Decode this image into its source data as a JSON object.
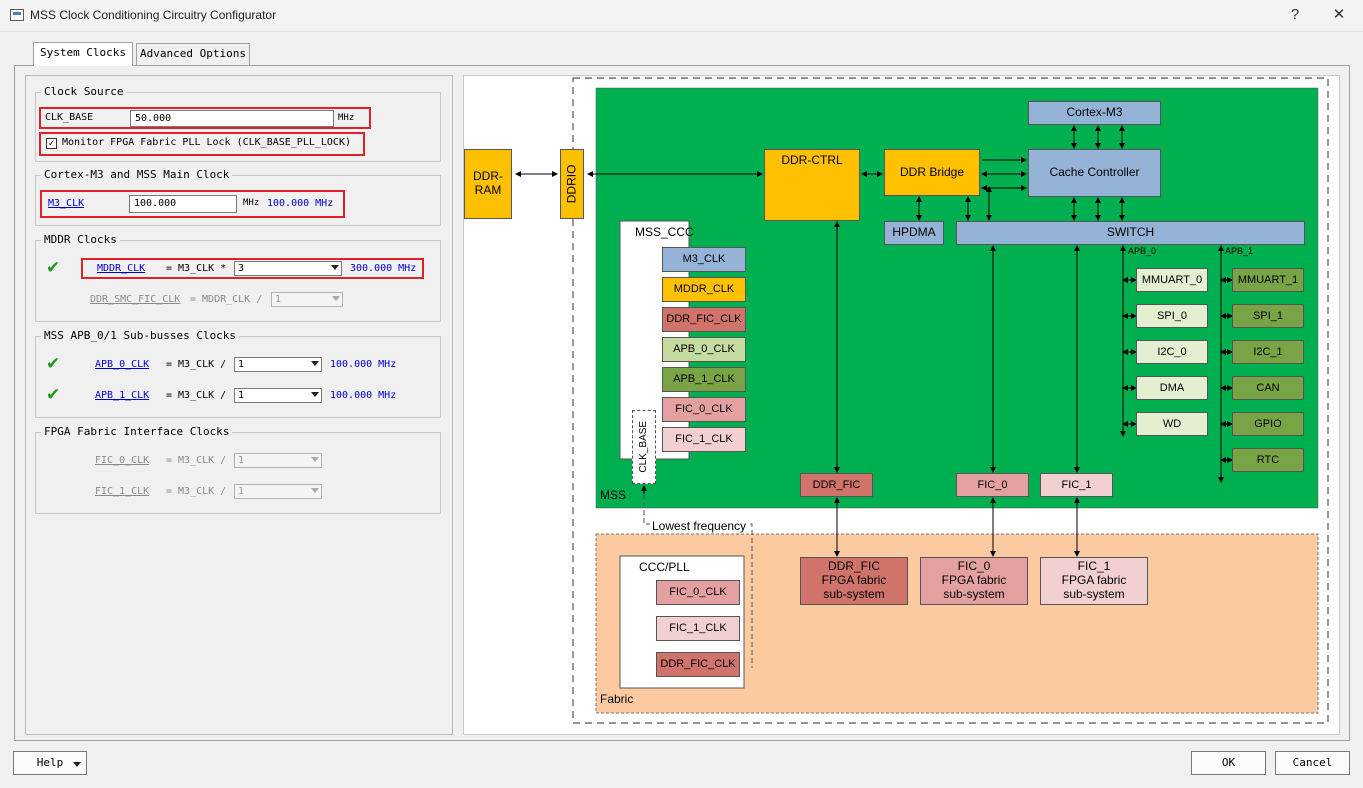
{
  "window": {
    "title": "MSS Clock Conditioning Circuitry Configurator",
    "help_glyph": "?",
    "close_glyph": "✕"
  },
  "tabs": [
    {
      "label": "System Clocks"
    },
    {
      "label": "Advanced Options"
    }
  ],
  "clock_source": {
    "group_label": "Clock Source",
    "clk_base_label": "CLK_BASE",
    "clk_base_value": "50.000",
    "clk_base_unit": "MHz",
    "monitor_label": "Monitor FPGA Fabric PLL Lock (CLK_BASE_PLL_LOCK)",
    "monitor_checked": "✓"
  },
  "cortex": {
    "group_label": "Cortex-M3 and MSS Main Clock",
    "m3_label": "M3_CLK",
    "m3_value": "100.000",
    "m3_unit": "MHz",
    "m3_actual": "100.000 MHz"
  },
  "mddr": {
    "group_label": "MDDR Clocks",
    "mddr_label": "MDDR_CLK",
    "mddr_eq": "= M3_CLK *",
    "mddr_mult": "3",
    "mddr_actual": "300.000 MHz",
    "ddr_smc_label": "DDR_SMC_FIC_CLK",
    "ddr_smc_eq": "= MDDR_CLK /",
    "ddr_smc_div": "1"
  },
  "apb": {
    "group_label": "MSS APB_0/1 Sub-busses Clocks",
    "apb0_label": "APB_0_CLK",
    "apb0_eq": "= M3_CLK /",
    "apb0_div": "1",
    "apb0_actual": "100.000 MHz",
    "apb1_label": "APB_1_CLK",
    "apb1_eq": "= M3_CLK /",
    "apb1_div": "1",
    "apb1_actual": "100.000 MHz"
  },
  "fic": {
    "group_label": "FPGA Fabric Interface Clocks",
    "fic0_label": "FIC_0_CLK",
    "fic0_eq": "= M3_CLK /",
    "fic0_div": "1",
    "fic1_label": "FIC_1_CLK",
    "fic1_eq": "= M3_CLK /",
    "fic1_div": "1"
  },
  "check_glyph": "✔",
  "diagram": {
    "ddr_ram": "DDR-\nRAM",
    "ddrio": "DDRIO",
    "ddr_ctrl": "DDR-CTRL",
    "ddr_bridge": "DDR Bridge",
    "cortex_m3": "Cortex-M3",
    "cache_controller": "Cache Controller",
    "hpdma": "HPDMA",
    "switch": "SWITCH",
    "apb_0": "APB_0",
    "apb_1": "APB_1",
    "mss_ccc": "MSS_CCC",
    "clk_base_vertical": "CLK_BASE",
    "ccc_clocks": [
      "M3_CLK",
      "MDDR_CLK",
      "DDR_FIC_CLK",
      "APB_0_CLK",
      "APB_1_CLK",
      "FIC_0_CLK",
      "FIC_1_CLK"
    ],
    "apb0_periph": [
      "MMUART_0",
      "SPI_0",
      "I2C_0",
      "DMA",
      "WD"
    ],
    "apb1_periph": [
      "MMUART_1",
      "SPI_1",
      "I2C_1",
      "CAN",
      "GPIO",
      "RTC"
    ],
    "ddr_fic": "DDR_FIC",
    "fic_0": "FIC_0",
    "fic_1": "FIC_1",
    "mss_label": "MSS",
    "lowest_frequency": "Lowest frequency",
    "fabric_label": "Fabric",
    "ccc_pll": "CCC/PLL",
    "pll_clocks": [
      "FIC_0_CLK",
      "FIC_1_CLK",
      "DDR_FIC_CLK"
    ],
    "ddr_fic_sub": "DDR_FIC\nFPGA fabric\nsub-system",
    "fic0_sub": "FIC_0\nFPGA fabric\nsub-system",
    "fic1_sub": "FIC_1\nFPGA fabric\nsub-system"
  },
  "buttons": {
    "help": "Help",
    "ok": "OK",
    "cancel": "Cancel"
  },
  "colors": {
    "mss_green": "#00b050",
    "orange_block": "#ffc000",
    "blue_block": "#95b3d7",
    "fabric_peach": "#fbcaa0",
    "highlight_red": "#e0202a"
  }
}
